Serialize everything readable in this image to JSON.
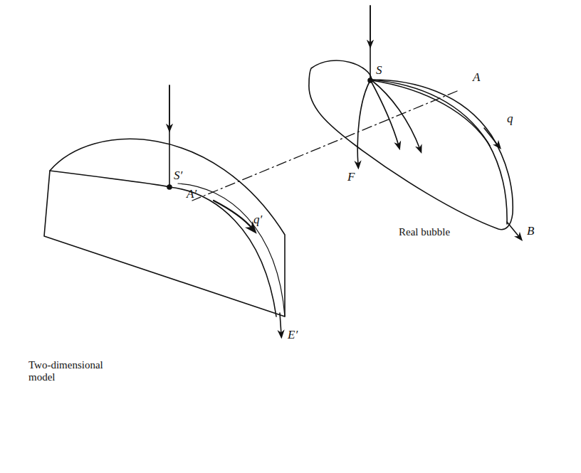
{
  "diagram": {
    "labels": [
      "S",
      "A",
      "q",
      "F",
      "B",
      "Real bubble",
      "S′",
      "A′",
      "q′",
      "E′",
      "Two-dimensional model"
    ]
  }
}
